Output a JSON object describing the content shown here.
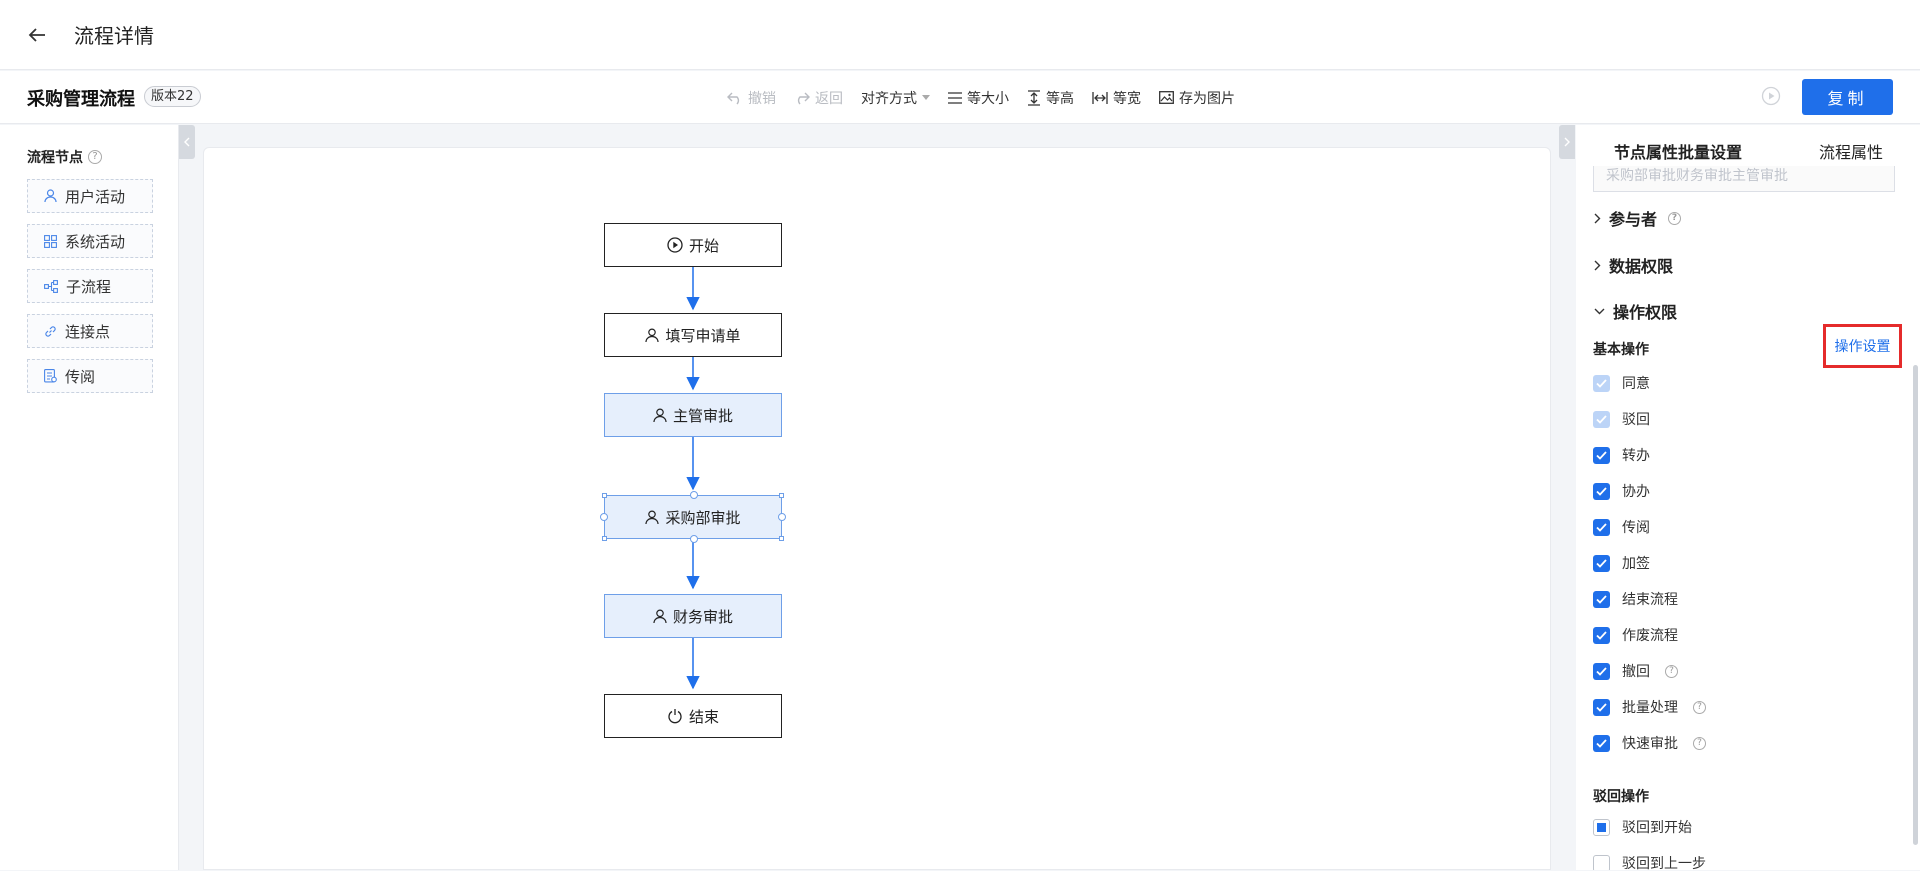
{
  "header": {
    "title": "流程详情"
  },
  "toolbar": {
    "flow_name": "采购管理流程",
    "version": "版本22",
    "undo": "撤销",
    "redo": "返回",
    "align": "对齐方式",
    "same_size": "等大小",
    "same_height": "等高",
    "same_width": "等宽",
    "save_image": "存为图片",
    "copy": "复制"
  },
  "left_panel": {
    "title": "流程节点",
    "items": [
      {
        "label": "用户活动",
        "icon": "user-icon"
      },
      {
        "label": "系统活动",
        "icon": "grid-icon"
      },
      {
        "label": "子流程",
        "icon": "subflow-icon"
      },
      {
        "label": "连接点",
        "icon": "link-icon"
      },
      {
        "label": "传阅",
        "icon": "circulate-icon"
      }
    ]
  },
  "flow": {
    "nodes": [
      {
        "label": "开始",
        "icon": "play-circle-icon",
        "kind": "start"
      },
      {
        "label": "填写申请单",
        "icon": "user-icon",
        "kind": "plain"
      },
      {
        "label": "主管审批",
        "icon": "user-icon",
        "kind": "user"
      },
      {
        "label": "采购部审批",
        "icon": "user-icon",
        "kind": "selected"
      },
      {
        "label": "财务审批",
        "icon": "user-icon",
        "kind": "user"
      },
      {
        "label": "结束",
        "icon": "power-icon",
        "kind": "end"
      }
    ]
  },
  "right_panel": {
    "tabs": [
      {
        "label": "节点属性批量设置"
      },
      {
        "label": "流程属性"
      }
    ],
    "cut_input": "采购部审批财务审批主管审批",
    "sections": {
      "participants": "参与者",
      "data_permission": "数据权限",
      "operation_permission": "操作权限"
    },
    "basic_ops_title": "基本操作",
    "op_settings": "操作设置",
    "basic_ops": [
      {
        "label": "同意",
        "state": "disabled-checked",
        "help": false
      },
      {
        "label": "驳回",
        "state": "disabled-checked",
        "help": false
      },
      {
        "label": "转办",
        "state": "checked",
        "help": false
      },
      {
        "label": "协办",
        "state": "checked",
        "help": false
      },
      {
        "label": "传阅",
        "state": "checked",
        "help": false
      },
      {
        "label": "加签",
        "state": "checked",
        "help": false
      },
      {
        "label": "结束流程",
        "state": "checked",
        "help": false
      },
      {
        "label": "作废流程",
        "state": "checked",
        "help": false
      },
      {
        "label": "撤回",
        "state": "checked",
        "help": true
      },
      {
        "label": "批量处理",
        "state": "checked",
        "help": true
      },
      {
        "label": "快速审批",
        "state": "checked",
        "help": true
      }
    ],
    "reject_ops_title": "驳回操作",
    "reject_ops": [
      {
        "label": "驳回到开始",
        "state": "partial"
      },
      {
        "label": "驳回到上一步",
        "state": "unchecked"
      }
    ]
  },
  "colors": {
    "accent": "#1f6fea",
    "highlight_border": "#e52b2b",
    "node_fill": "#e6effc"
  }
}
